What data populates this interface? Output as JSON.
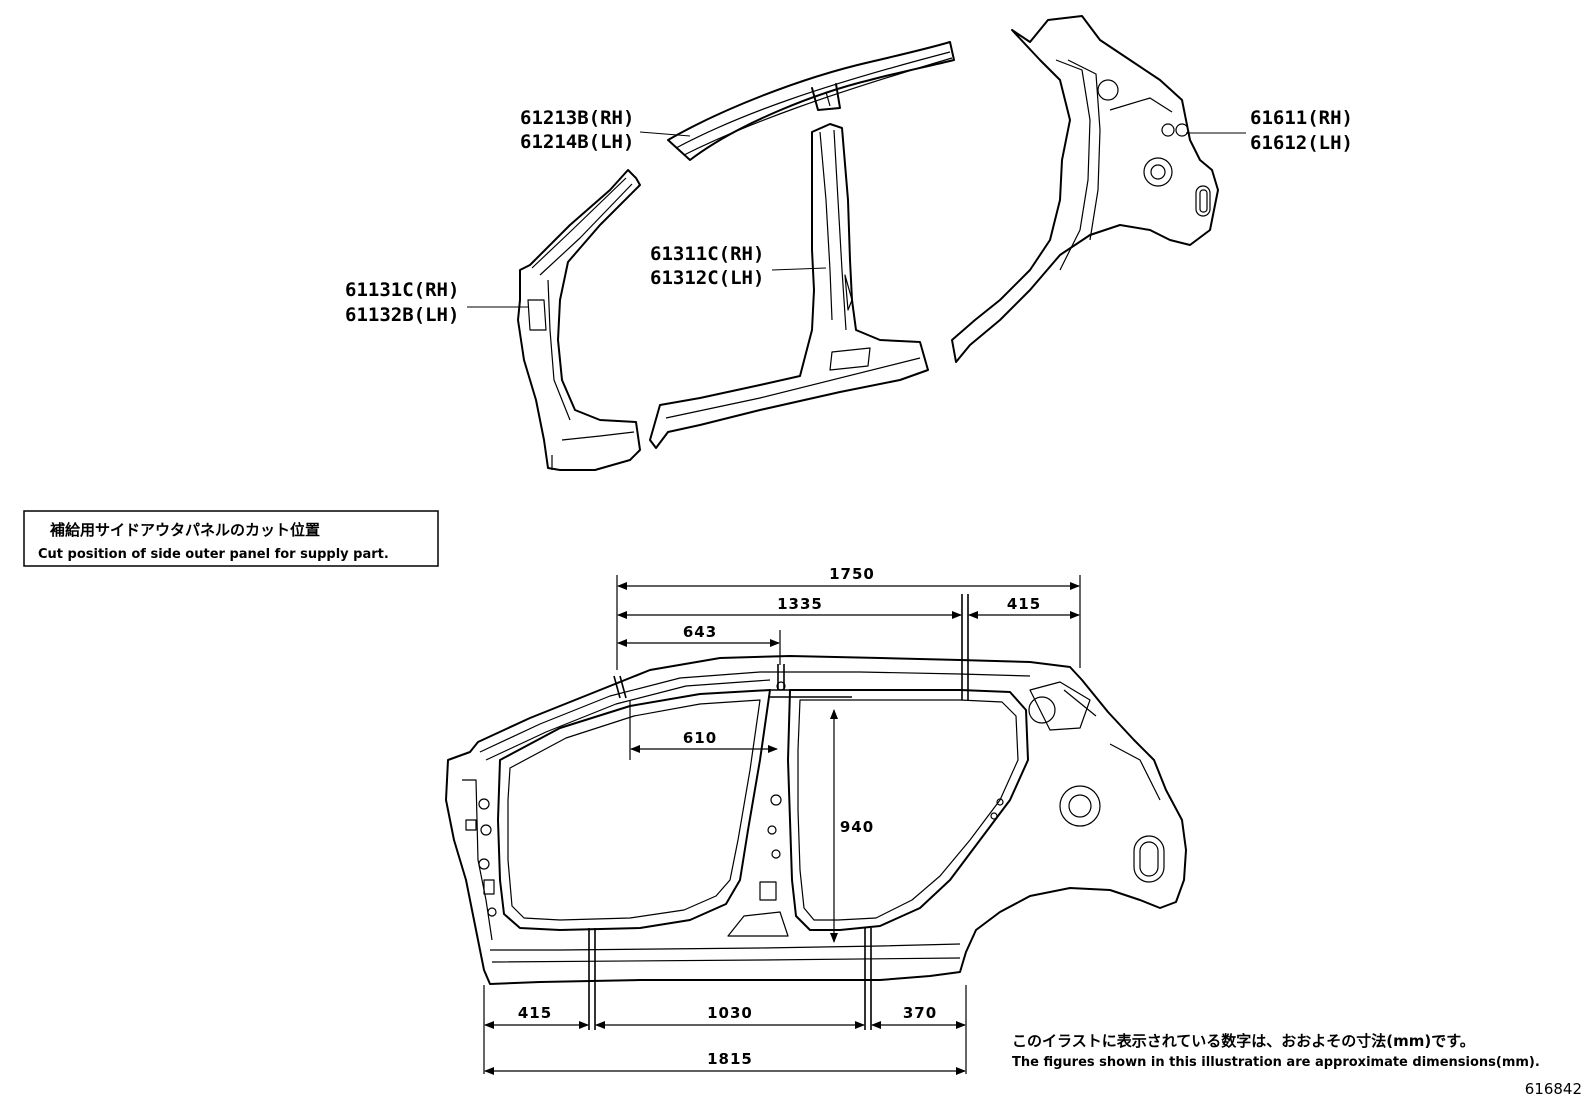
{
  "parts": {
    "roof_rail": {
      "rh": "61213B(RH)",
      "lh": "61214B(LH)"
    },
    "front_pillar": {
      "rh": "61131C(RH)",
      "lh": "61132B(LH)"
    },
    "center_pillar": {
      "rh": "61311C(RH)",
      "lh": "61312C(LH)"
    },
    "quarter_panel": {
      "rh": "61611(RH)",
      "lh": "61612(LH)"
    }
  },
  "cut_box": {
    "jp": "補給用サイドアウタパネルのカット位置",
    "en": "Cut position of side outer panel for supply part."
  },
  "dimensions": {
    "top_total": "1750",
    "top_mid": "1335",
    "top_right": "415",
    "top_front": "643",
    "roof_inner": "610",
    "pillar_height": "940",
    "bottom_left": "415",
    "bottom_mid": "1030",
    "bottom_right": "370",
    "bottom_total": "1815"
  },
  "footnote": {
    "jp": "このイラストに表示されている数字は、おおよその寸法(mm)です。",
    "en": "The figures shown in this illustration are approximate dimensions(mm)."
  },
  "figure_code": "616842"
}
